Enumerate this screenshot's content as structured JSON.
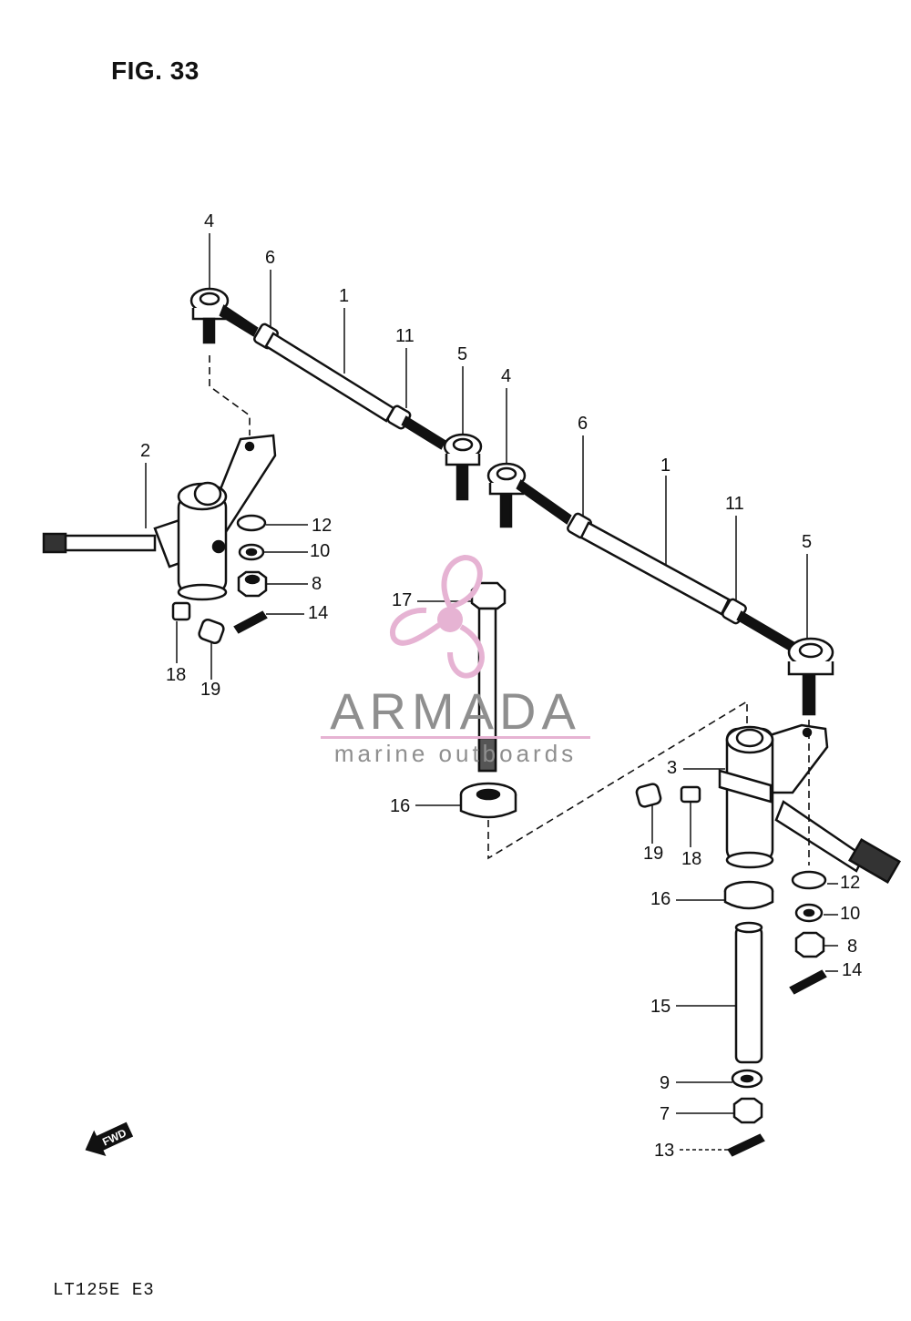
{
  "figure": {
    "title": "FIG. 33",
    "model_code": "LT125E E3",
    "fwd_label": "FWD"
  },
  "watermark": {
    "brand": "ARMADA",
    "tagline": "marine outboards",
    "accent_color": "#e6b3d3",
    "text_color": "#8f8f8f"
  },
  "callouts": [
    {
      "id": "c4a",
      "label": "4"
    },
    {
      "id": "c6a",
      "label": "6"
    },
    {
      "id": "c1a",
      "label": "1"
    },
    {
      "id": "c11a",
      "label": "11"
    },
    {
      "id": "c5a",
      "label": "5"
    },
    {
      "id": "c4b",
      "label": "4"
    },
    {
      "id": "c6b",
      "label": "6"
    },
    {
      "id": "c1b",
      "label": "1"
    },
    {
      "id": "c11b",
      "label": "11"
    },
    {
      "id": "c5b",
      "label": "5"
    },
    {
      "id": "c2",
      "label": "2"
    },
    {
      "id": "c12a",
      "label": "12"
    },
    {
      "id": "c10a",
      "label": "10"
    },
    {
      "id": "c8a",
      "label": "8"
    },
    {
      "id": "c14a",
      "label": "14"
    },
    {
      "id": "c18a",
      "label": "18"
    },
    {
      "id": "c19a",
      "label": "19"
    },
    {
      "id": "c17",
      "label": "17"
    },
    {
      "id": "c16a",
      "label": "16"
    },
    {
      "id": "c3",
      "label": "3"
    },
    {
      "id": "c19b",
      "label": "19"
    },
    {
      "id": "c18b",
      "label": "18"
    },
    {
      "id": "c12b",
      "label": "12"
    },
    {
      "id": "c16b",
      "label": "16"
    },
    {
      "id": "c10b",
      "label": "10"
    },
    {
      "id": "c8b",
      "label": "8"
    },
    {
      "id": "c14b",
      "label": "14"
    },
    {
      "id": "c15",
      "label": "15"
    },
    {
      "id": "c9",
      "label": "9"
    },
    {
      "id": "c7",
      "label": "7"
    },
    {
      "id": "c13",
      "label": "13"
    }
  ]
}
